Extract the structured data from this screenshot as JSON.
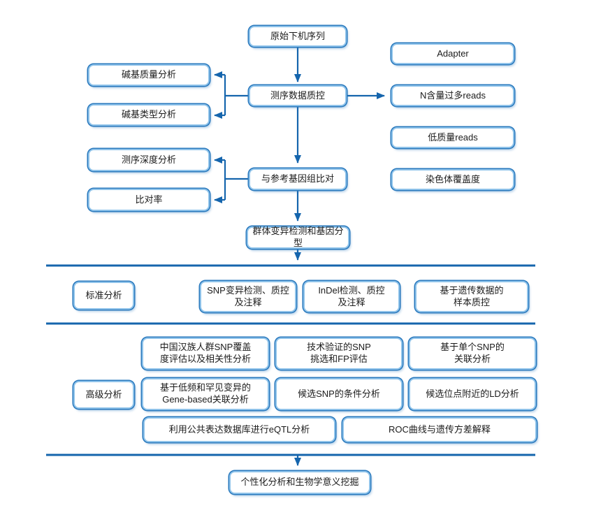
{
  "diagram": {
    "flow": {
      "raw_seq": "原始下机序列",
      "qc": "测序数据质控",
      "align": "与参考基因组比对",
      "variant": "群体变异检测和基因分型",
      "final": "个性化分析和生物学意义挖掘"
    },
    "qc_left": {
      "base_quality": "碱基质量分析",
      "base_type": "碱基类型分析"
    },
    "align_left": {
      "depth": "测序深度分析",
      "map_rate": "比对率"
    },
    "right_list": {
      "adapter": "Adapter",
      "n_reads": "N含量过多reads",
      "low_quality": "低质量reads",
      "chr_coverage": "染色体覆盖度"
    },
    "standard": {
      "label": "标准分析",
      "items": {
        "snp": "SNP变异检测、质控\n及注释",
        "indel": "InDel检测、质控\n及注释",
        "sample_qc": "基于遗传数据的\n样本质控"
      }
    },
    "advanced": {
      "label": "高级分析",
      "items": {
        "han_snp": "中国汉族人群SNP覆盖\n度评估以及相关性分析",
        "tech_snp": "技术验证的SNP\n挑选和FP评估",
        "single_snp": "基于单个SNP的\n关联分析",
        "gene_based": "基于低频和罕见变异的\nGene-based关联分析",
        "conditional": "候选SNP的条件分析",
        "ld": "候选位点附近的LD分析",
        "eqtl": "利用公共表达数据库进行eQTL分析",
        "roc": "ROC曲线与遗传方差解释"
      }
    },
    "colors": {
      "line_blue": "#1565ad",
      "box_outer_blue": "#2a79bd",
      "box_inner_blue": "#8fc3ea",
      "text": "#1b1b1b",
      "background": "#ffffff"
    }
  }
}
